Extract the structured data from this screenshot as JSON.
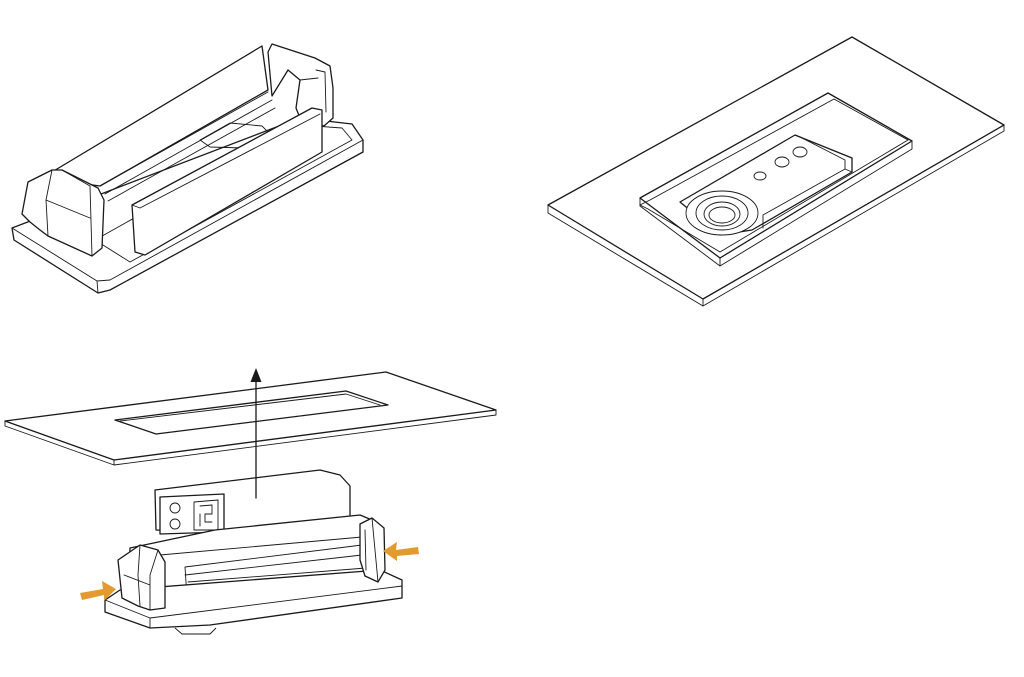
{
  "figure": {
    "panels": [
      {
        "id": "module-top-view",
        "subject": "mounting-frame"
      },
      {
        "id": "panel-installed-view",
        "subject": "installed-module"
      },
      {
        "id": "removal-view",
        "subject": "removal-procedure"
      }
    ],
    "colors": {
      "line": "#1a1a1a",
      "background": "#ffffff",
      "press_arrow": "#e39a2f"
    },
    "icons": [
      "lift-arrow-icon",
      "press-arrow-icon"
    ]
  }
}
